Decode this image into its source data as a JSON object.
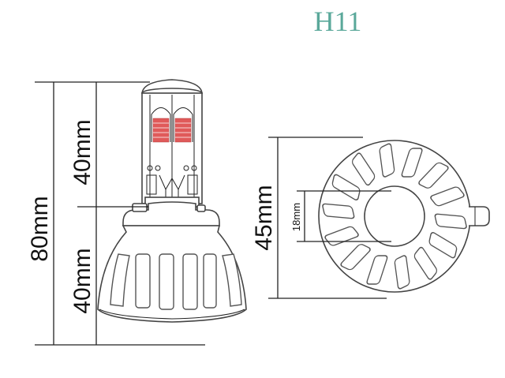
{
  "title": {
    "text": "H11",
    "color": "#5aa89a"
  },
  "dimensions": {
    "total_height": "80mm",
    "upper_height": "40mm",
    "lower_height": "40mm",
    "base_diameter": "45mm",
    "hole_diameter": "18mm"
  },
  "colors": {
    "line": "#222222",
    "outline": "#444444",
    "led_chip": "#e05a5a"
  }
}
